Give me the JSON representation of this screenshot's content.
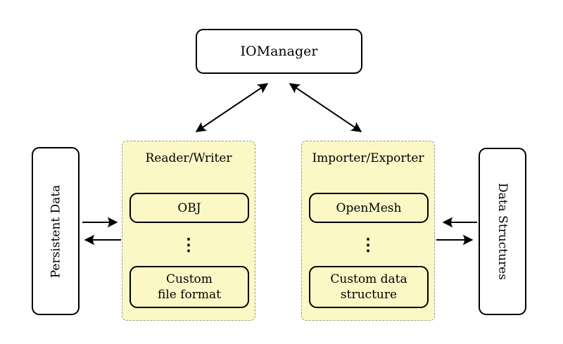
{
  "diagram": {
    "title_node": {
      "label": "IOManager"
    },
    "side_nodes": {
      "persistent_data": {
        "label": "Persistent Data"
      },
      "data_structures": {
        "label": "Data Structures"
      }
    },
    "groups": {
      "reader_writer": {
        "title": "Reader/Writer",
        "items": {
          "top": {
            "label": "OBJ"
          },
          "dots": {
            "label": "⋮"
          },
          "bottom": {
            "label": "Custom\nfile format"
          }
        }
      },
      "importer_exporter": {
        "title": "Importer/Exporter",
        "items": {
          "top": {
            "label": "OpenMesh"
          },
          "dots": {
            "label": "⋮"
          },
          "bottom": {
            "label": "Custom data\nstructure"
          }
        }
      }
    },
    "colors": {
      "background": "#ffffff",
      "group_fill": "#fbf8c6",
      "group_dash_border": "#999999",
      "node_border": "#000000",
      "arrow": "#000000"
    }
  }
}
